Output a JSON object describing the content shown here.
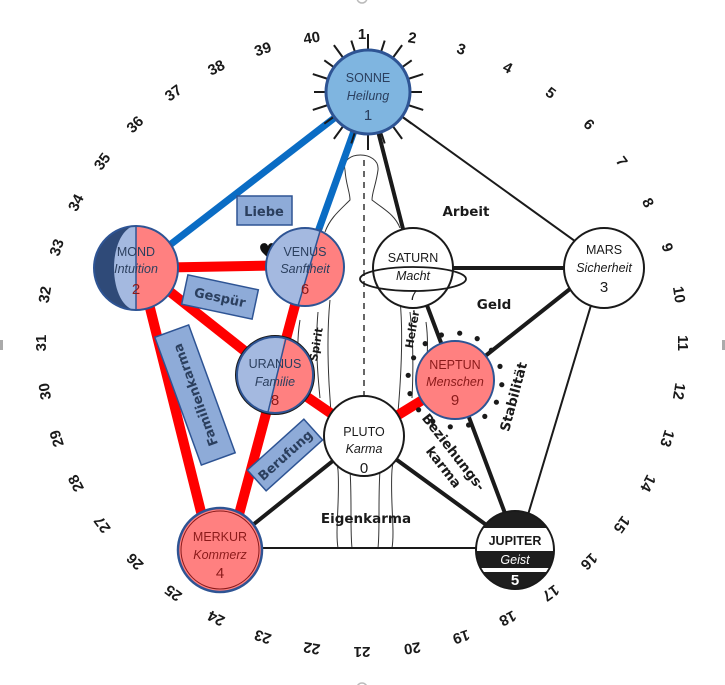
{
  "diagram": {
    "ring_numbers": [
      "1",
      "2",
      "3",
      "4",
      "5",
      "6",
      "7",
      "8",
      "9",
      "10",
      "11",
      "12",
      "13",
      "14",
      "15",
      "16",
      "17",
      "18",
      "19",
      "20",
      "21",
      "22",
      "23",
      "24",
      "25",
      "26",
      "27",
      "28",
      "29",
      "30",
      "31",
      "32",
      "33",
      "34",
      "35",
      "36",
      "37",
      "38",
      "39",
      "40"
    ],
    "planets": {
      "sonne": {
        "name": "SONNE",
        "quality": "Heilung",
        "number": "1"
      },
      "mond": {
        "name": "MOND",
        "quality": "Intuition",
        "number": "2"
      },
      "mars": {
        "name": "MARS",
        "quality": "Sicherheit",
        "number": "3"
      },
      "merkur": {
        "name": "MERKUR",
        "quality": "Kommerz",
        "number": "4"
      },
      "jupiter": {
        "name": "JUPITER",
        "quality": "Geist",
        "number": "5"
      },
      "venus": {
        "name": "VENUS",
        "quality": "Sanftheit",
        "number": "6"
      },
      "saturn": {
        "name": "SATURN",
        "quality": "Macht",
        "number": "7"
      },
      "uranus": {
        "name": "URANUS",
        "quality": "Familie",
        "number": "8"
      },
      "neptun": {
        "name": "NEPTUN",
        "quality": "Menschen",
        "number": "9"
      },
      "pluto": {
        "name": "PLUTO",
        "quality": "Karma",
        "number": "0"
      }
    },
    "labels": {
      "arbeit": "Arbeit",
      "geld": "Geld",
      "stabilitaet": "Stabilität",
      "beziehungs_line1": "Beziehungs-",
      "beziehungs_line2": "karma",
      "eigenkarma": "Eigenkarma",
      "spirit": "Spirit",
      "helfer": "Helfer"
    },
    "box_labels": {
      "liebe": "Liebe",
      "gespuer": "Gespür",
      "familienkarma": "Familienkarma",
      "berufung": "Berufung"
    },
    "colors": {
      "blue_line": "#0a6cc4",
      "red_line": "#ff0000",
      "sun_fill": "#7fb5e0",
      "red_fill": "#ff8080",
      "blue_fill": "#a4b9e0",
      "dark_moon": "#2f4a78",
      "outline_blue": "#2e5494",
      "box_fill": "#8eabd8",
      "jupiter_fill": "#1e1e1e"
    }
  }
}
